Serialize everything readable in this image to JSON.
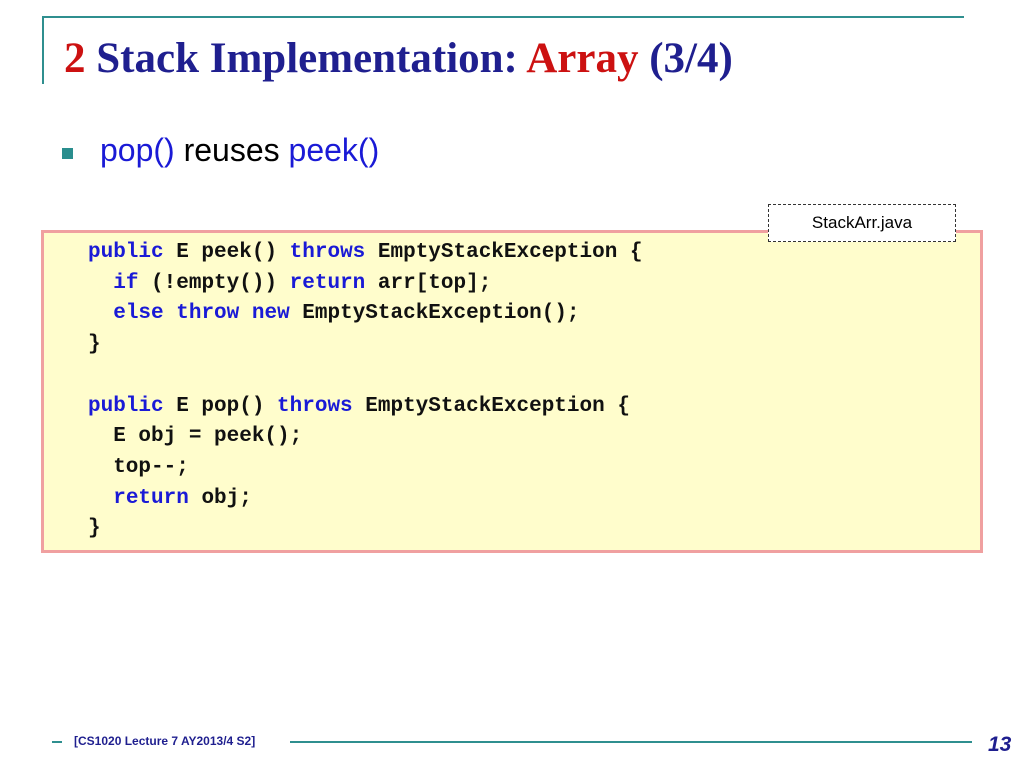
{
  "slide": {
    "title": {
      "number": "2",
      "prefix": " Stack Implementation: ",
      "highlight": "Array",
      "suffix": " (3/4)"
    },
    "bullet": {
      "part1": "pop()",
      "part2": " reuses ",
      "part3": "peek()"
    },
    "file_tag": "StackArr.java",
    "code": {
      "line1": {
        "t0": "public",
        "t1": " E peek() ",
        "t2": "throws",
        "t3": " EmptyStackException {"
      },
      "line2": {
        "indent": "  ",
        "t0": "if",
        "t1": " (!empty()) ",
        "t2": "return",
        "t3": " arr[top];"
      },
      "line3": {
        "indent": "  ",
        "t0": "else",
        "t1": " ",
        "t2": "throw",
        "t3": " ",
        "t4": "new",
        "t5": " EmptyStackException();"
      },
      "line4": "}",
      "line6": {
        "t0": "public",
        "t1": " E pop() ",
        "t2": "throws",
        "t3": " EmptyStackException {"
      },
      "line7": "  E obj = peek();",
      "line8": "  top--;",
      "line9": {
        "indent": "  ",
        "t0": "return",
        "t1": " obj;"
      },
      "line10": "}"
    },
    "footer": {
      "course": "[CS1020 Lecture 7 AY2013/4 S2]",
      "page_number": "13"
    },
    "colors": {
      "title_blue": "#1f1f8f",
      "title_red": "#cc1111",
      "keyword_blue": "#1a1ad6",
      "code_bg": "#fffdcc",
      "code_border": "#f0a0a0",
      "accent_teal": "#2f8f8f"
    }
  }
}
